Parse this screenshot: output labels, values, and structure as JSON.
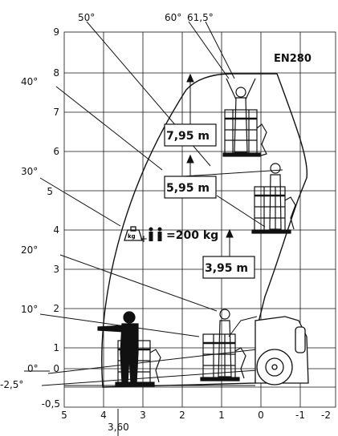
{
  "model_label": "EN280",
  "x_ticks": [
    "5",
    "4",
    "3",
    "2",
    "1",
    "0",
    "-1",
    "-2"
  ],
  "y_ticks": [
    "9",
    "8",
    "7",
    "6",
    "5",
    "4",
    "3",
    "2",
    "1",
    "0",
    "-0,5"
  ],
  "angle_labels": {
    "a50": "50°",
    "a60": "60°",
    "a615": "61,5°",
    "a40": "40°",
    "a30": "30°",
    "a20": "20°",
    "a10": "10°",
    "a0": "0°",
    "aneg25": "-2,5°"
  },
  "x_extra_tick": "3,60",
  "platform_heights": [
    "7,95 m",
    "5,95 m",
    "3,95 m"
  ],
  "load": {
    "icon_text": "kg",
    "plus": "+",
    "value": "=200 kg"
  },
  "colors": {
    "line": "#111111",
    "grid": "#111111",
    "background": "#ffffff"
  }
}
